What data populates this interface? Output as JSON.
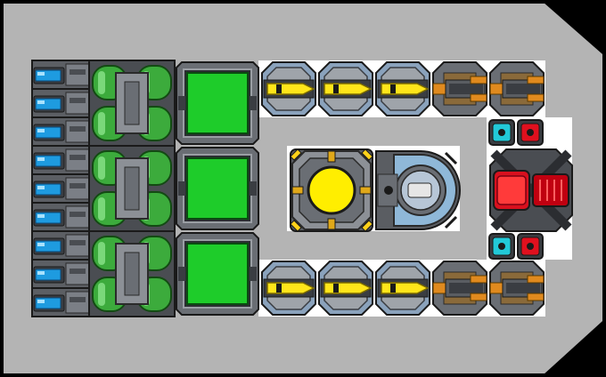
{
  "ship": {
    "hull_color": "#b4b4b4",
    "outline_color": "#000000",
    "slot_color": "#ffffff"
  },
  "modules": {
    "battery_count": 9,
    "fuel_tank_count": 3,
    "storage_count": 3,
    "missile_launchers_per_row": 3,
    "autocannons_per_row": 2,
    "reactor": {
      "core_color": "#ffee00"
    },
    "cockpit_kind": "bridge",
    "thruster_kind": "engine",
    "shield_color": "#22c9d8",
    "warhead_color": "#e0101e"
  },
  "palette": {
    "battery_blue": "#1e9be0",
    "fuel_green": "#3cab3c",
    "storage_green": "#1ecc2a",
    "gold": "#e08a1e",
    "yellow": "#ffe51a",
    "steel": "#7b7f86"
  }
}
